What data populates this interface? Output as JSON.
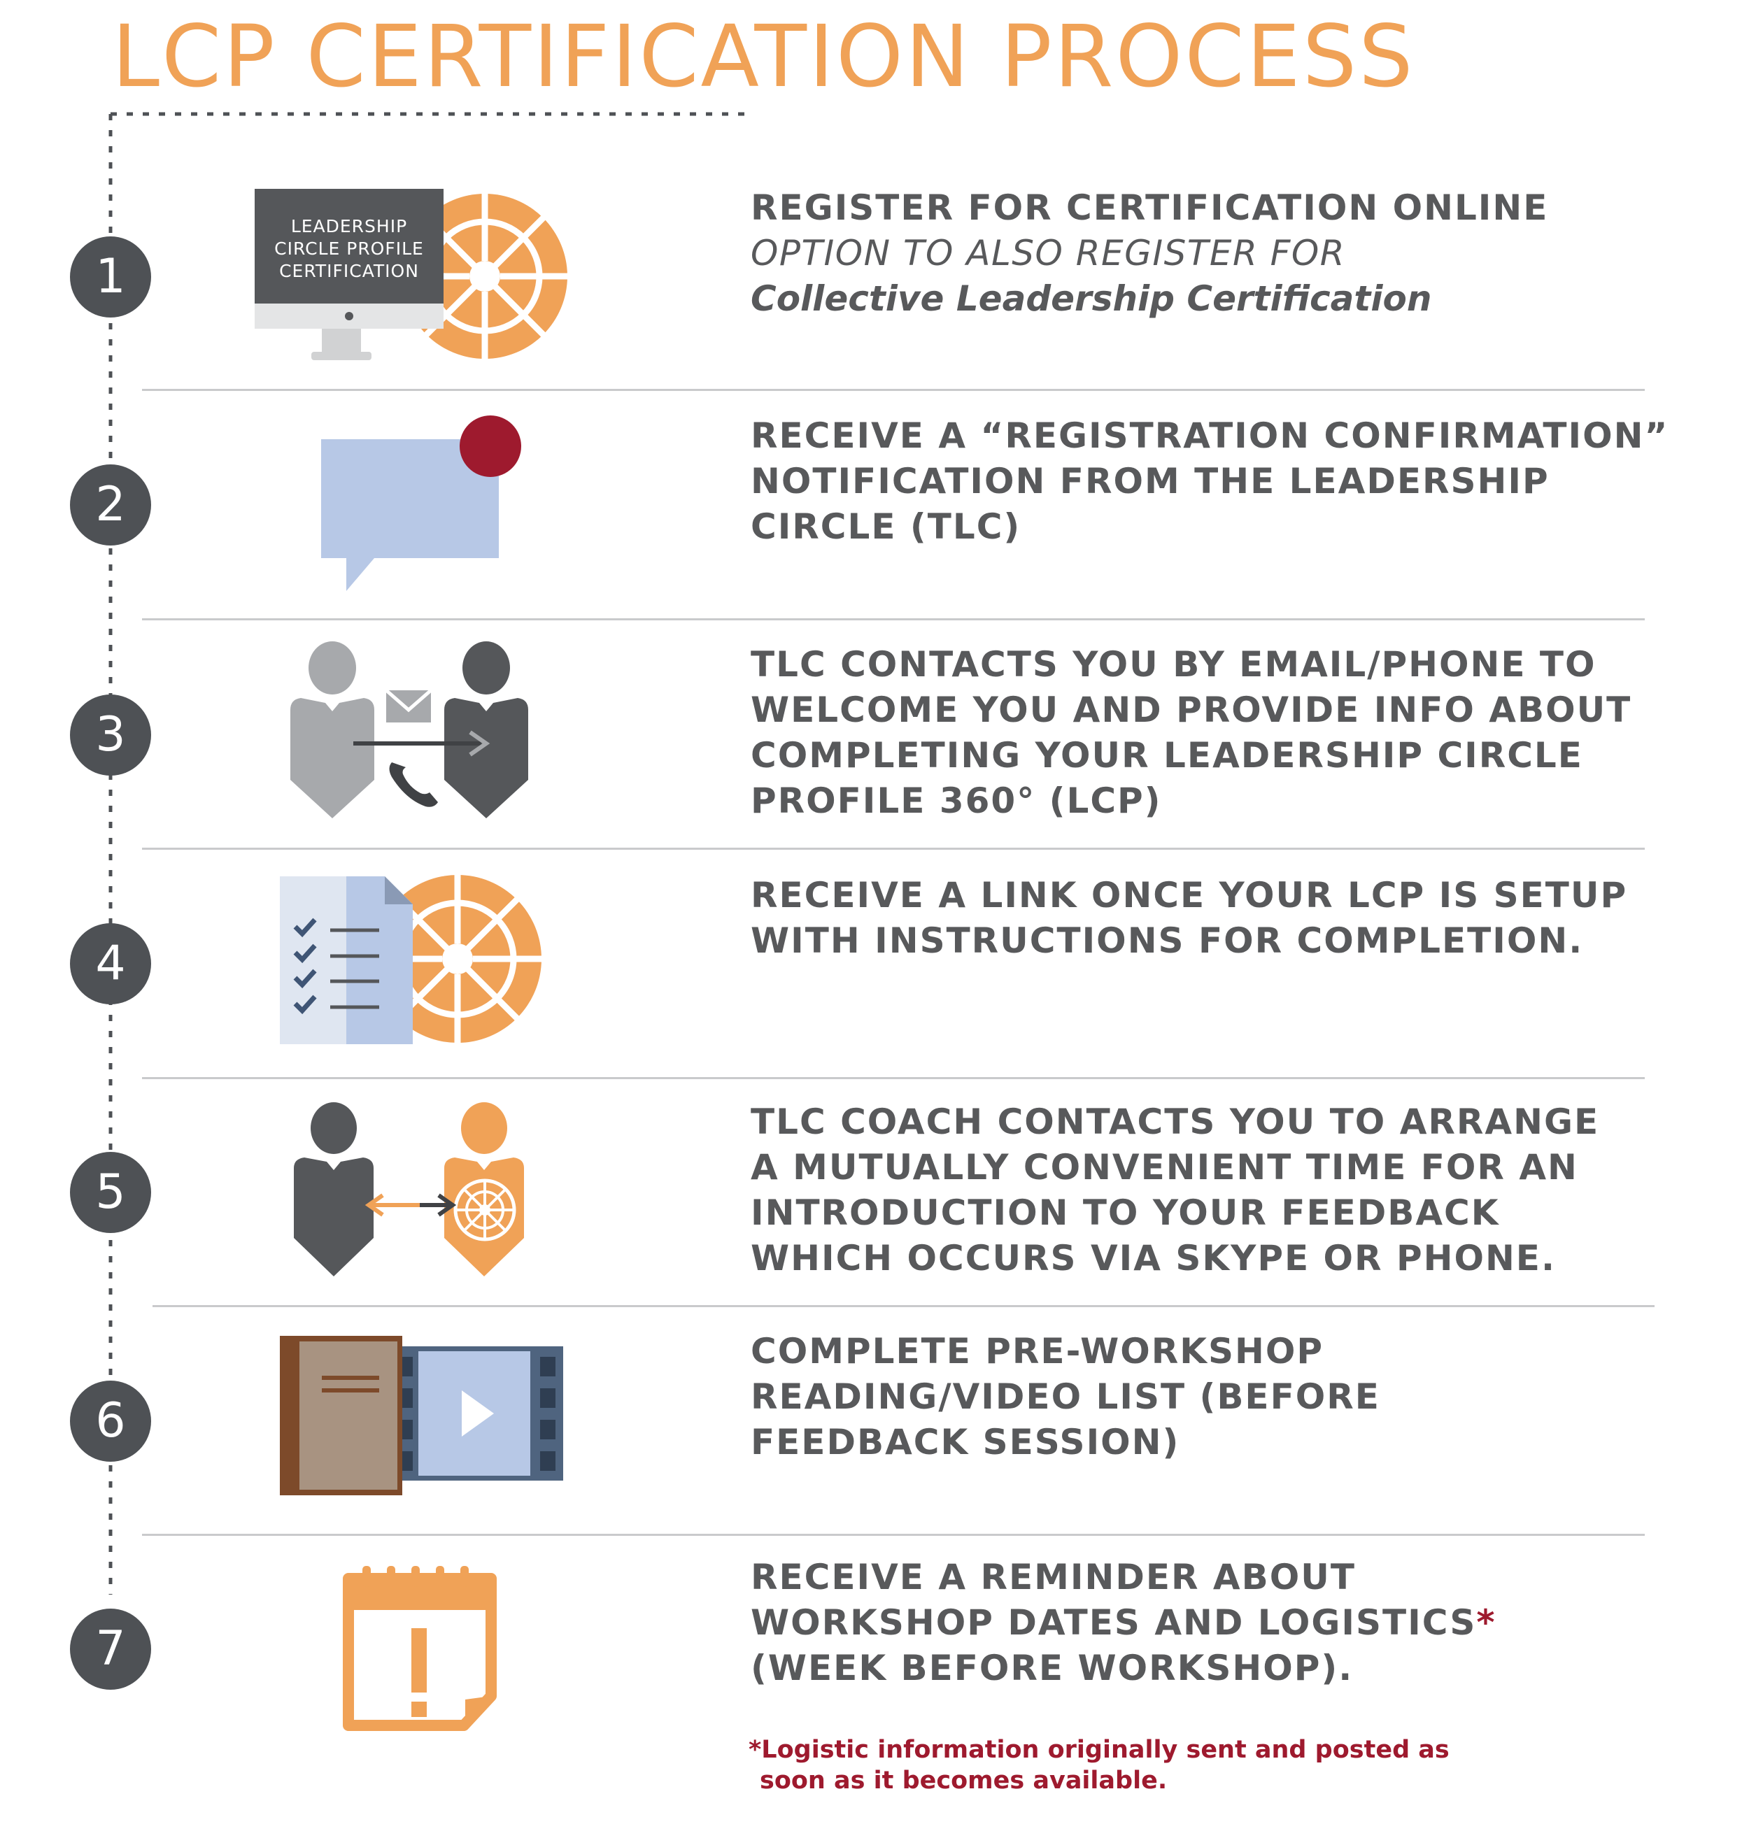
{
  "title": "LCP CERTIFICATION PROCESS",
  "colors": {
    "accent": "#f0a257",
    "dark": "#4e5155",
    "alert": "#9e1a2e",
    "light_blue": "#b7c8e6"
  },
  "steps": [
    {
      "number": "1",
      "icon": "monitor-wheel-icon",
      "monitor_label": [
        "LEADERSHIP",
        "CIRCLE PROFILE",
        "CERTIFICATION"
      ],
      "lines": [
        "REGISTER FOR CERTIFICATION ONLINE"
      ],
      "sub_lines": [
        "OPTION TO ALSO REGISTER FOR"
      ],
      "sub_bold": "Collective Leadership Certification"
    },
    {
      "number": "2",
      "icon": "chat-notification-icon",
      "lines": [
        "RECEIVE A “REGISTRATION CONFIRMATION”",
        "NOTIFICATION FROM THE LEADERSHIP",
        "CIRCLE (TLC)"
      ]
    },
    {
      "number": "3",
      "icon": "people-contact-icon",
      "lines": [
        "TLC CONTACTS YOU BY EMAIL/PHONE TO",
        "WELCOME YOU AND PROVIDE INFO ABOUT",
        "COMPLETING YOUR LEADERSHIP CIRCLE",
        "PROFILE 360° (LCP)"
      ]
    },
    {
      "number": "4",
      "icon": "checklist-wheel-icon",
      "lines": [
        "RECEIVE A LINK ONCE YOUR LCP IS SETUP",
        "WITH INSTRUCTIONS FOR COMPLETION."
      ]
    },
    {
      "number": "5",
      "icon": "coach-exchange-icon",
      "lines": [
        "TLC COACH CONTACTS YOU TO ARRANGE",
        "A MUTUALLY CONVENIENT TIME FOR AN",
        "INTRODUCTION TO YOUR FEEDBACK",
        "WHICH OCCURS VIA SKYPE OR PHONE."
      ]
    },
    {
      "number": "6",
      "icon": "book-video-icon",
      "lines": [
        "COMPLETE PRE-WORKSHOP",
        "READING/VIDEO LIST (BEFORE",
        "FEEDBACK SESSION)"
      ]
    },
    {
      "number": "7",
      "icon": "calendar-alert-icon",
      "lines": [
        "RECEIVE A REMINDER ABOUT",
        "WORKSHOP DATES AND LOGISTICS",
        "(WEEK BEFORE WORKSHOP)."
      ],
      "asterisk": "*"
    }
  ],
  "footnote": [
    "*Logistic information originally sent and posted as",
    "soon as it becomes available."
  ]
}
